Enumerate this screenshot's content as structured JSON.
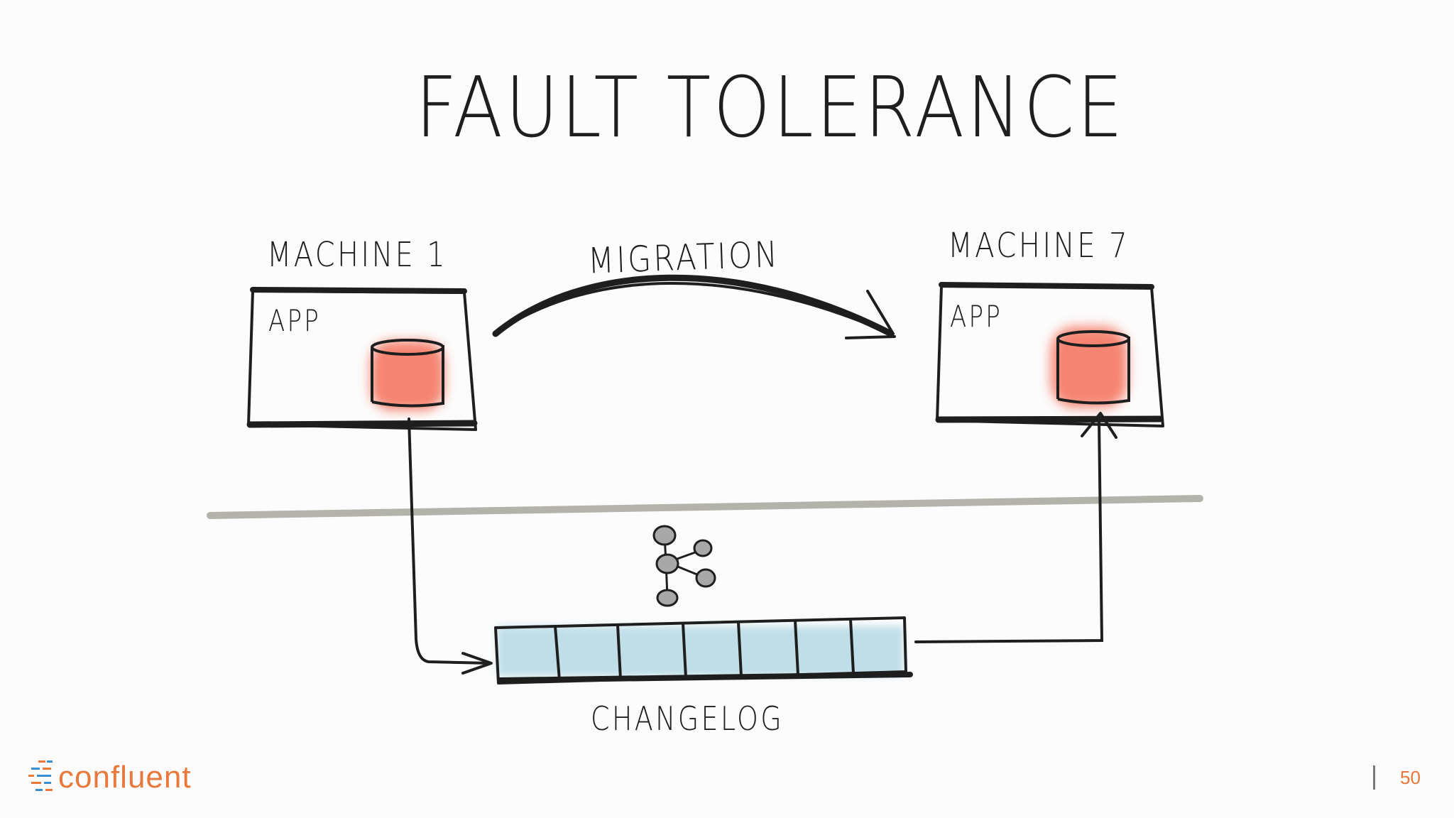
{
  "title": "FAULT TOLERANCE",
  "machine_left": {
    "label": "MACHINE 1",
    "app_label": "APP"
  },
  "machine_right": {
    "label": "MACHINE 7",
    "app_label": "APP"
  },
  "migration_label": "MIGRATION",
  "changelog_label": "CHANGELOG",
  "icons": {
    "store": "database-cylinder-icon",
    "kafka": "kafka-logo-icon",
    "brand": "confluent-logo-icon"
  },
  "colors": {
    "ink": "#1e1e1e",
    "store_fill": "#f4705a",
    "changelog_fill": "#b9dbe6",
    "network_line": "#b3b3ab",
    "brand_orange": "#e8793c",
    "brand_blue": "#3b8fd1"
  },
  "footer": {
    "brand": "confluent",
    "page_number": "50"
  }
}
